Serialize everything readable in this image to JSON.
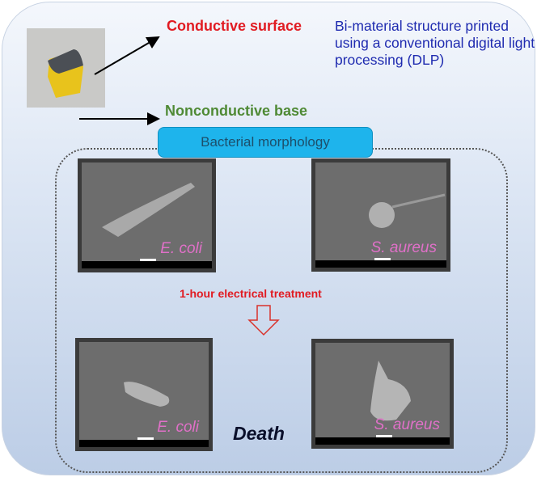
{
  "labels": {
    "conductive": "Conductive surface",
    "nonconductive": "Nonconductive base",
    "description": "Bi-material structure printed using a conventional digital light processing (DLP)",
    "morphology": "Bacterial morphology",
    "treatment": "1-hour electrical treatment",
    "death": "Death"
  },
  "panels": [
    {
      "label": "E. coli"
    },
    {
      "label": "S. aureus"
    },
    {
      "label": "E. coli"
    },
    {
      "label": "S. aureus"
    }
  ],
  "colors": {
    "red": "#e11b22",
    "green": "#4f8a35",
    "blue": "#1f2bb0",
    "box": "#1eb4ec"
  }
}
